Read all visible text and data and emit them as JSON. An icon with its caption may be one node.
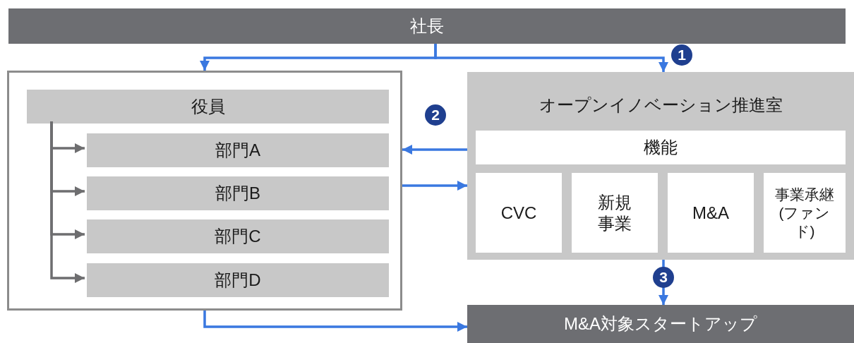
{
  "diagram": {
    "nodes": [
      {
        "text": [
          "社長"
        ]
      },
      {
        "text": [],
        "shape": "box"
      },
      {
        "text": [
          "役員"
        ],
        "in": 1
      },
      {
        "text": [
          "部門A"
        ],
        "in": 1
      },
      {
        "text": [
          "部門B"
        ],
        "in": 1
      },
      {
        "text": [
          "部門C"
        ],
        "in": 1
      },
      {
        "text": [
          "部門D"
        ],
        "in": 1
      },
      {
        "text": [
          "オープンイノベーション推進室"
        ]
      },
      {
        "text": [
          "機能"
        ],
        "in": 7
      },
      {
        "text": [
          "CVC"
        ],
        "in": 7
      },
      {
        "text": [
          "新規事業"
        ],
        "in": 7
      },
      {
        "text": [
          "M&A"
        ],
        "in": 7
      },
      {
        "text": [
          "事業承継(ファンド)"
        ],
        "in": 7
      },
      {
        "text": [
          "M&A対象スタートアップ"
        ]
      }
    ],
    "edges": [
      {
        "from": 0,
        "to": 1,
        "arrow": "to"
      },
      {
        "from": 0,
        "to": 7,
        "arrow": "to"
      },
      {
        "from": 2,
        "to": 3,
        "arrow": "to",
        "color": "#6e6e70"
      },
      {
        "from": 2,
        "to": 4,
        "arrow": "to",
        "color": "#6e6e70"
      },
      {
        "from": 2,
        "to": 5,
        "arrow": "to",
        "color": "#6e6e70"
      },
      {
        "from": 2,
        "to": 6,
        "arrow": "to",
        "color": "#6e6e70"
      },
      {
        "from": 7,
        "to": 1,
        "arrow": "to"
      },
      {
        "from": 1,
        "to": 7,
        "arrow": "to"
      },
      {
        "from": 7,
        "to": 13,
        "arrow": "to"
      },
      {
        "from": 1,
        "to": 13,
        "arrow": "to"
      }
    ],
    "labels": [
      "1",
      "2",
      "3"
    ]
  }
}
